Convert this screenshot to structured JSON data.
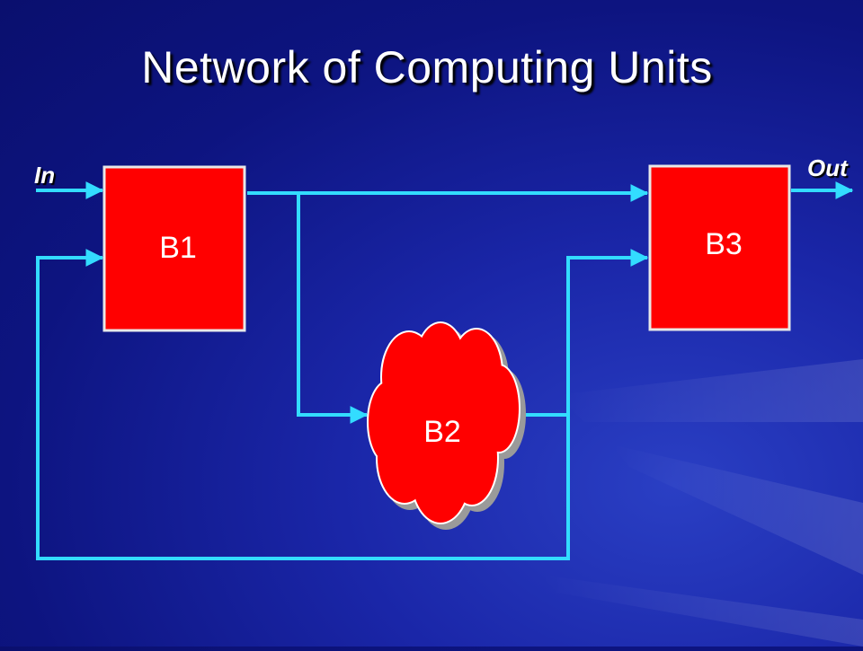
{
  "slide": {
    "title": "Network of Computing Units",
    "input_label": "In",
    "output_label": "Out"
  },
  "blocks": {
    "b1": "B1",
    "b2": "B2",
    "b3": "B3"
  },
  "colors": {
    "background": "#0d1480",
    "block_fill": "#ff0000",
    "connector": "#33dcff",
    "text": "#ffffff"
  }
}
